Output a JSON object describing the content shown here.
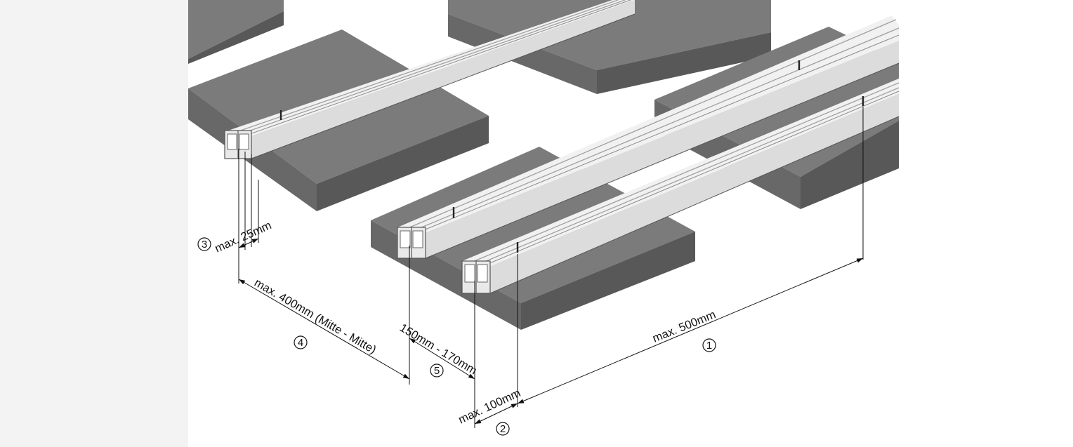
{
  "dimensions": [
    {
      "id": "1",
      "symbol": "①",
      "label": "max. 500mm"
    },
    {
      "id": "2",
      "symbol": "②",
      "label": "max. 100mm"
    },
    {
      "id": "3",
      "symbol": "③",
      "label": "max. 25mm"
    },
    {
      "id": "4",
      "symbol": "④",
      "label": "max. 400mm (Mitte - Mitte)"
    },
    {
      "id": "5",
      "symbol": "⑤",
      "label": "150mm - 170mm"
    }
  ],
  "colors": {
    "pad_top": "#7b7b7b",
    "pad_front": "#585858",
    "pad_side": "#686868",
    "rail_top": "#f1f1f1",
    "rail_side": "#dcdcdc",
    "rail_line": "#a0a0a0",
    "rail_edge": "#555555",
    "dim_line": "#111111",
    "background": "#ffffff",
    "left_band": "#f3f3f3"
  }
}
